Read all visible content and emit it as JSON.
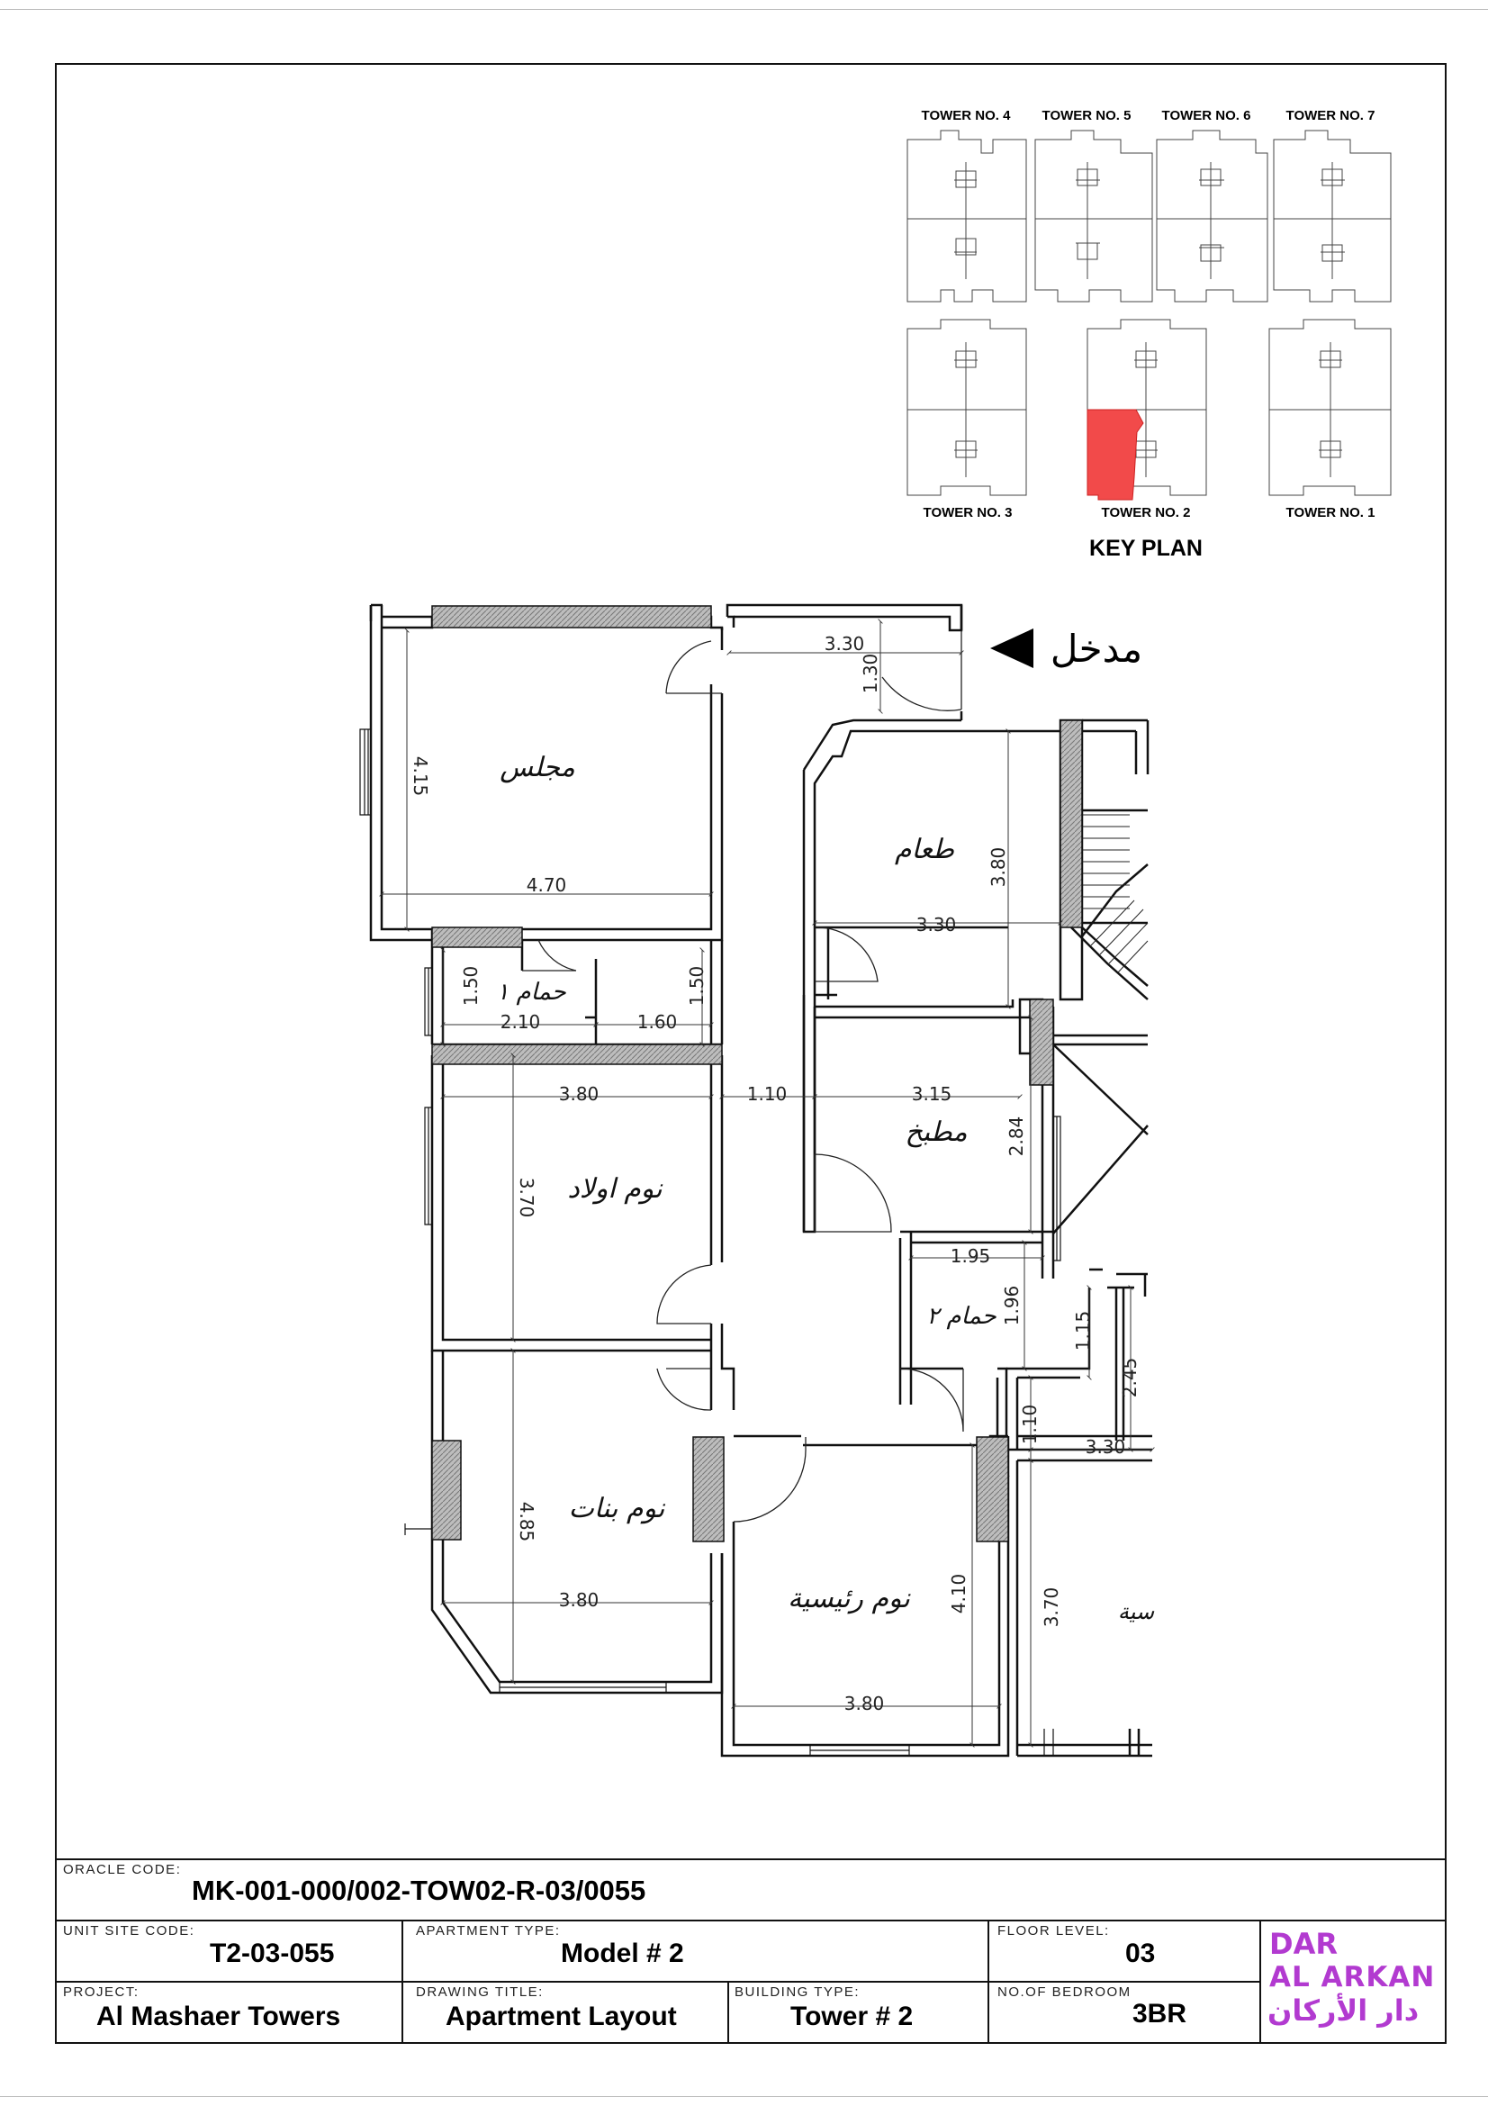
{
  "key_plan": {
    "title": "KEY PLAN",
    "towers_top": [
      "TOWER NO. 4",
      "TOWER NO. 5",
      "TOWER NO. 6",
      "TOWER NO. 7"
    ],
    "towers_bottom": [
      "TOWER NO. 3",
      "TOWER NO. 2",
      "TOWER NO. 1"
    ],
    "highlight_color": "#f24a4a",
    "highlighted_tower": "TOWER NO. 2"
  },
  "plan": {
    "entrance_label": "مدخل",
    "rooms": {
      "majlis": "مجلس",
      "dining": "طعام",
      "bath1": "حمام ١",
      "kitchen": "مطبخ",
      "boys": "نوم اولاد",
      "bath2": "حمام ٢",
      "girls": "نوم بنات",
      "master": "نوم رئيسية",
      "partial": "سية"
    },
    "dims": {
      "d1": "3.30",
      "d2": "1.30",
      "d3": "4.15",
      "d4": "4.70",
      "d5": "3.80",
      "d6": "3.30",
      "d7": "1.50",
      "d8": "2.10",
      "d9": "1.60",
      "d10": "1.50",
      "d11": "3.80",
      "d12": "1.10",
      "d13": "3.15",
      "d14": "2.84",
      "d15": "3.70",
      "d16": "1.95",
      "d17": "1.96",
      "d18": "1.15",
      "d19": "2.45",
      "d20": "1.10",
      "d21": "3.30",
      "d22": "4.85",
      "d23": "3.80",
      "d24": "4.10",
      "d25": "3.70",
      "d26": "3.80"
    }
  },
  "title_block": {
    "oracle_label": "ORACLE CODE:",
    "oracle_value": "MK-001-000/002-TOW02-R-03/0055",
    "unit_label": "UNIT SITE CODE:",
    "unit_value": "T2-03-055",
    "apt_type_label": "APARTMENT TYPE:",
    "apt_type_value": "Model # 2",
    "floor_label": "FLOOR LEVEL:",
    "floor_value": "03",
    "project_label": "PROJECT:",
    "project_value": "Al Mashaer Towers",
    "drawing_label": "DRAWING TITLE:",
    "drawing_value": "Apartment Layout",
    "building_label": "BUILDING TYPE:",
    "building_value": "Tower # 2",
    "bedroom_label": "NO.OF BEDROOM",
    "bedroom_value": "3BR"
  },
  "logo": {
    "line1": "DAR",
    "line2": "AL ARKAN",
    "line3": "دار الأركان",
    "color": "#b23ad0"
  }
}
